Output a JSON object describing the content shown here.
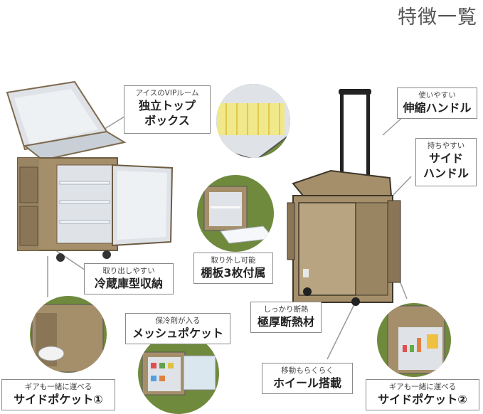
{
  "title": "特徴一覧",
  "callouts": {
    "top_box": {
      "small": "アイスのVIPルーム",
      "big1": "独立トップ",
      "big2": "ボックス"
    },
    "handle_ext": {
      "small": "使いやすい",
      "big": "伸縮ハンドル"
    },
    "side_handle": {
      "small": "持ちやすい",
      "big1": "サイド",
      "big2": "ハンドル"
    },
    "shelf": {
      "small": "取り外し可能",
      "big": "棚板3枚付属"
    },
    "fridge": {
      "small": "取り出しやすい",
      "big": "冷蔵庫型収納"
    },
    "insulation": {
      "small": "しっかり断熱",
      "big": "極厚断熱材"
    },
    "mesh": {
      "small": "保冷剤が入る",
      "big": "メッシュポケット"
    },
    "wheel": {
      "small": "移動もらくらく",
      "big": "ホイール搭載"
    },
    "side_pocket1": {
      "small": "ギアも一緒に運べる",
      "big": "サイドポケット①"
    },
    "side_pocket2": {
      "small": "ギアも一緒に運べる",
      "big": "サイドポケット②"
    }
  },
  "colors": {
    "khaki": "#a58f6b",
    "khaki_dark": "#8a7656",
    "khaki_light": "#b8a480",
    "lining": "#dfe3e8",
    "grass": "#6f8a3c",
    "leader": "#9a9a9a"
  }
}
